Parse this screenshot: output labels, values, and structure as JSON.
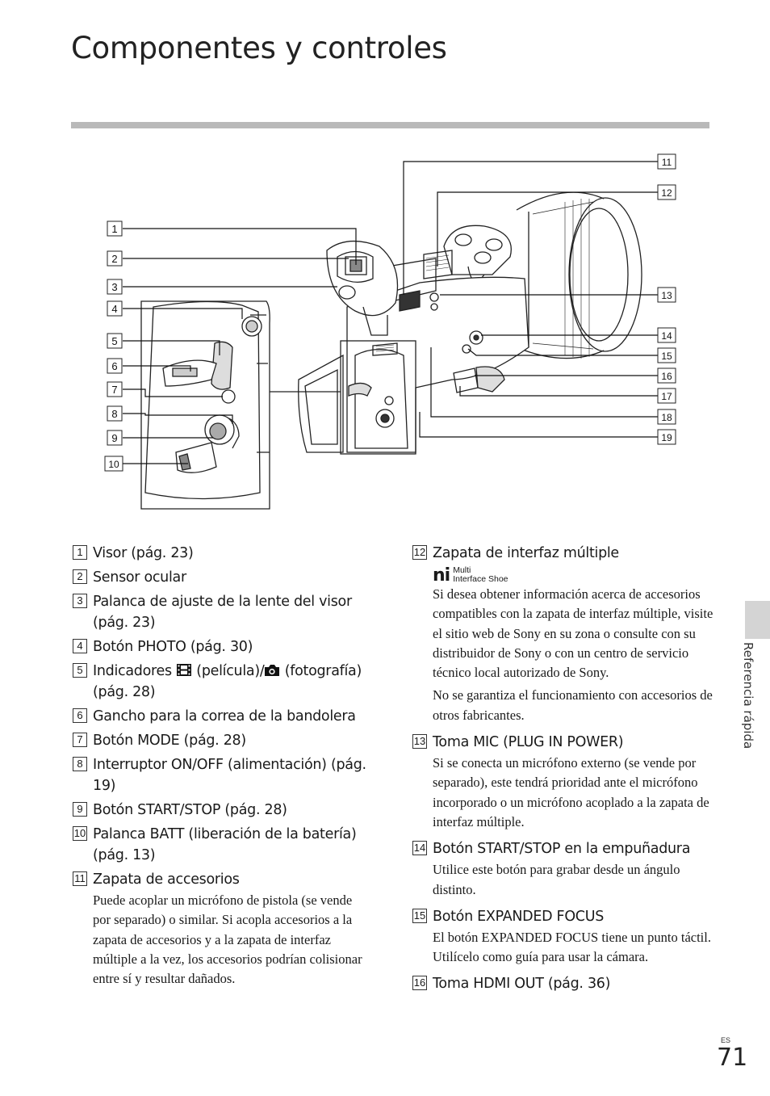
{
  "page": {
    "title": "Componentes y controles",
    "side_tab": "Referencia rápida",
    "lang": "ES",
    "page_number": "71"
  },
  "callouts": [
    "1",
    "2",
    "3",
    "4",
    "5",
    "6",
    "7",
    "8",
    "9",
    "10",
    "11",
    "12",
    "13",
    "14",
    "15",
    "16",
    "17",
    "18",
    "19"
  ],
  "items_left": [
    {
      "num": "1",
      "head": "Visor (pág. 23)",
      "paras": []
    },
    {
      "num": "2",
      "head": "Sensor ocular",
      "paras": []
    },
    {
      "num": "3",
      "head": "Palanca de ajuste de la lente del visor (pág. 23)",
      "paras": []
    },
    {
      "num": "4",
      "head": "Botón PHOTO (pág. 30)",
      "paras": []
    },
    {
      "num": "5",
      "head_a": "Indicadores ",
      "head_b": " (película)/",
      "head_c": " (fotografía) (pág. 28)",
      "film_icon": "film-icon",
      "camera_icon": "camera-icon",
      "paras": []
    },
    {
      "num": "6",
      "head": "Gancho para la correa de la bandolera",
      "paras": []
    },
    {
      "num": "7",
      "head": "Botón MODE (pág. 28)",
      "paras": []
    },
    {
      "num": "8",
      "head": "Interruptor ON/OFF (alimentación) (pág. 19)",
      "paras": []
    },
    {
      "num": "9",
      "head": "Botón START/STOP (pág. 28)",
      "paras": []
    },
    {
      "num": "10",
      "head": "Palanca BATT (liberación de la batería) (pág. 13)",
      "paras": []
    },
    {
      "num": "11",
      "head": "Zapata de accesorios",
      "paras": [
        "Puede acoplar un micrófono de pistola (se vende por separado) o similar. Si acopla accesorios a la zapata de accesorios y a la zapata de interfaz múltiple a la vez, los accesorios podrían colisionar entre sí y resultar dañados."
      ]
    }
  ],
  "items_right": [
    {
      "num": "12",
      "head": "Zapata de interfaz múltiple",
      "logo": {
        "mark": "ni",
        "line1": "Multi",
        "line2": "Interface Shoe"
      },
      "paras": [
        "Si desea obtener información acerca de accesorios compatibles con la zapata de interfaz múltiple, visite el sitio web de Sony en su zona o consulte con su distribuidor de Sony o con un centro de servicio técnico local autorizado de Sony.",
        "No se garantiza el funcionamiento con accesorios de otros fabricantes."
      ]
    },
    {
      "num": "13",
      "head": "Toma MIC (PLUG IN POWER)",
      "paras": [
        "Si se conecta un micrófono externo (se vende por separado), este tendrá prioridad ante el micrófono incorporado o un micrófono acoplado a la zapata de interfaz múltiple."
      ]
    },
    {
      "num": "14",
      "head": "Botón START/STOP en la empuñadura",
      "paras": [
        "Utilice este botón para grabar desde un ángulo distinto."
      ]
    },
    {
      "num": "15",
      "head": "Botón EXPANDED FOCUS",
      "paras": [
        "El botón EXPANDED FOCUS tiene un punto táctil. Utilícelo como guía para usar la cámara."
      ]
    },
    {
      "num": "16",
      "head": "Toma HDMI OUT (pág. 36)",
      "paras": []
    }
  ]
}
